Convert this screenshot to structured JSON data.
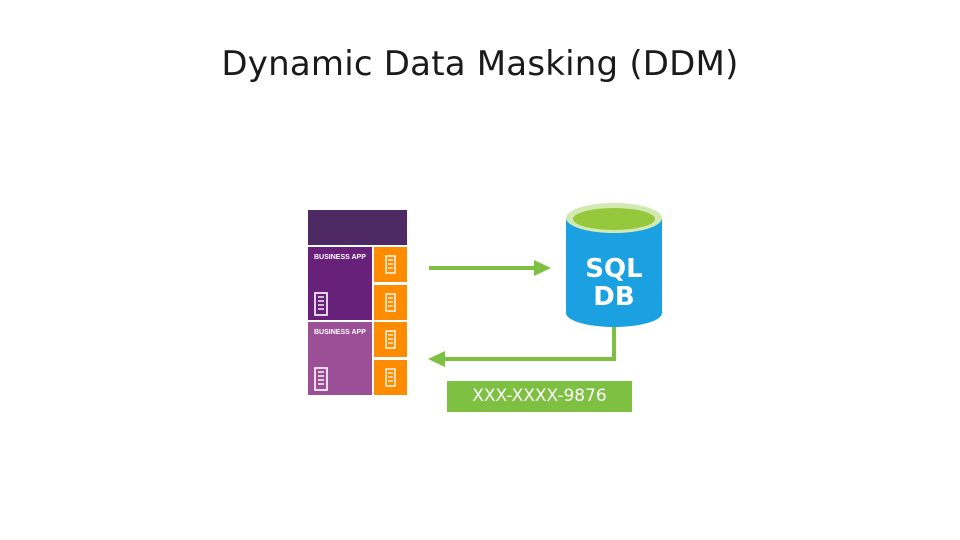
{
  "slide": {
    "title": "Dynamic Data Masking (DDM)"
  },
  "diagram": {
    "apps": [
      {
        "label": "BUSINESS APP"
      },
      {
        "label": "BUSINESS APP"
      }
    ],
    "database": {
      "line1": "SQL",
      "line2": "DB"
    },
    "masked_value": "XXX-XXXX-9876",
    "colors": {
      "app_header": "#4e2a64",
      "app_panel_1": "#68217a",
      "app_panel_2": "#9b4f96",
      "tile": "#ff8c00",
      "arrow": "#7ec142",
      "db_body": "#1ba1e2",
      "db_rim": "#d2e9b2",
      "db_top": "#95c83c",
      "masked_label_bg": "#7ec142"
    },
    "icons": [
      "building-icon",
      "document-icon",
      "database-icon",
      "arrow-right-icon",
      "arrow-left-icon"
    ]
  }
}
